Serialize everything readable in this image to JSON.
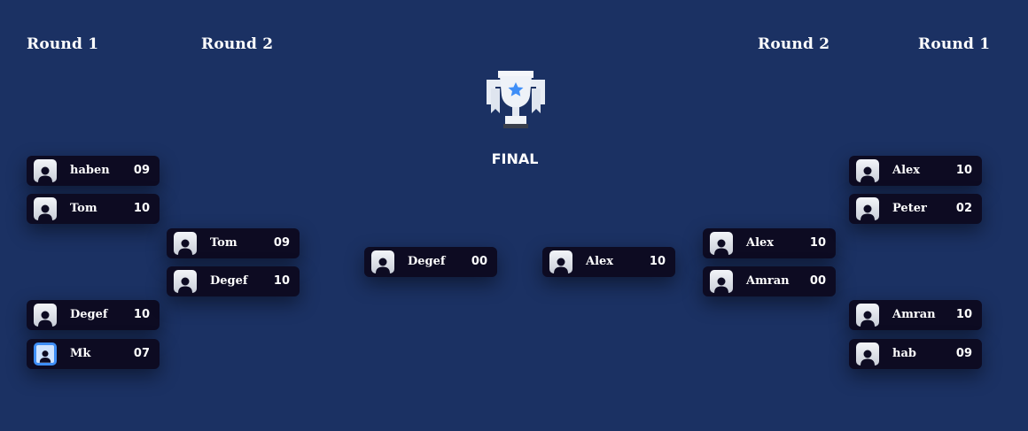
{
  "rounds": {
    "left_round1": "Round 1",
    "left_round2": "Round 2",
    "right_round2": "Round 2",
    "right_round1": "Round 1"
  },
  "final": {
    "label": "FINAL",
    "icon": "trophy-icon"
  },
  "matches": {
    "left_r1": [
      {
        "name": "haben",
        "score": "09",
        "selected": false
      },
      {
        "name": "Tom",
        "score": "10",
        "selected": false
      },
      {
        "name": "Degef",
        "score": "10",
        "selected": false
      },
      {
        "name": "Mk",
        "score": "07",
        "selected": true
      }
    ],
    "left_r2": [
      {
        "name": "Tom",
        "score": "09"
      },
      {
        "name": "Degef",
        "score": "10"
      }
    ],
    "finalists": [
      {
        "name": "Degef",
        "score": "00"
      },
      {
        "name": "Alex",
        "score": "10"
      }
    ],
    "right_r2": [
      {
        "name": "Alex",
        "score": "10"
      },
      {
        "name": "Amran",
        "score": "00"
      }
    ],
    "right_r1": [
      {
        "name": "Alex",
        "score": "10"
      },
      {
        "name": "Peter",
        "score": "02"
      },
      {
        "name": "Amran",
        "score": "10"
      },
      {
        "name": "hab",
        "score": "09"
      }
    ]
  },
  "colors": {
    "background": "#1b3163",
    "card": "#0d0b22",
    "accent": "#3e8ef7",
    "text": "#ffffff"
  }
}
